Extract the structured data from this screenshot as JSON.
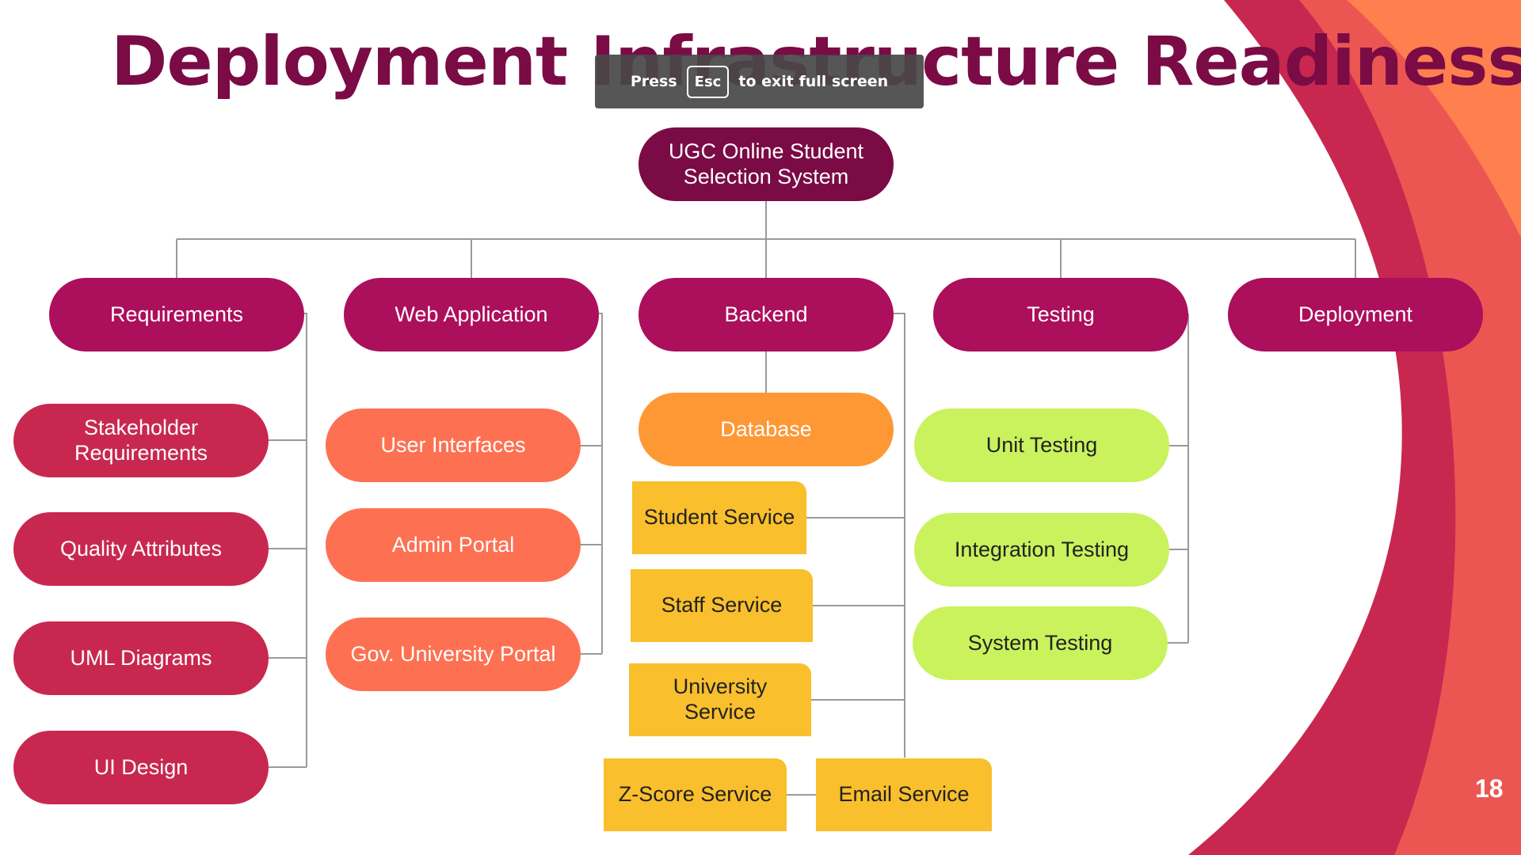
{
  "slide": {
    "title": "Deployment Infrastructure Readiness",
    "number": "18"
  },
  "fullscreen_notice": {
    "prefix": "Press",
    "key": "Esc",
    "suffix": "to exit full screen"
  },
  "diagram": {
    "root": "UGC Online Student Selection System",
    "categories": [
      "Requirements",
      "Web Application",
      "Backend",
      "Testing",
      "Deployment"
    ],
    "requirements": [
      "Stakeholder Requirements",
      "Quality Attributes",
      "UML Diagrams",
      "UI Design"
    ],
    "web_application": [
      "User Interfaces",
      "Admin Portal",
      "Gov. University Portal"
    ],
    "backend": {
      "database": "Database",
      "services": [
        "Student Service",
        "Staff Service",
        "University Service",
        "Z-Score Service",
        "Email Service"
      ]
    },
    "testing": [
      "Unit Testing",
      "Integration Testing",
      "System Testing"
    ]
  },
  "colors": {
    "title": "#7a0b45",
    "root": "#7a0b45",
    "category": "#ac0f5b",
    "requirement": "#c8284f",
    "web": "#fd7152",
    "database": "#fd9835",
    "service": "#f9bf2c",
    "testing": "#c9f25d",
    "connector": "#9a9a9a",
    "accent_orange": "#ff7f4f",
    "accent_crimson": "#c8284f"
  }
}
